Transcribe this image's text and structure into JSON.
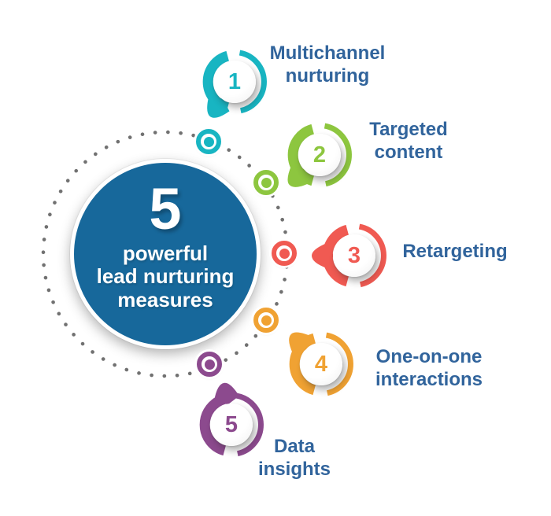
{
  "hub": {
    "number": "5",
    "title_lines": [
      "powerful",
      "lead nurturing",
      "measures"
    ],
    "bg_color": "#17689b",
    "text_color": "#ffffff"
  },
  "heading_color": "#31649c",
  "dotted_ring_color": "#717171",
  "items": [
    {
      "number": "1",
      "label_lines": [
        "Multichannel",
        "nurturing"
      ],
      "color": "#18b5c2"
    },
    {
      "number": "2",
      "label_lines": [
        "Targeted",
        "content"
      ],
      "color": "#8dc63f"
    },
    {
      "number": "3",
      "label_lines": [
        "Retargeting"
      ],
      "color": "#f05a52"
    },
    {
      "number": "4",
      "label_lines": [
        "One-on-one",
        "interactions"
      ],
      "color": "#f0a233"
    },
    {
      "number": "5",
      "label_lines": [
        "Data",
        "insights"
      ],
      "color": "#8c4a8e"
    }
  ]
}
